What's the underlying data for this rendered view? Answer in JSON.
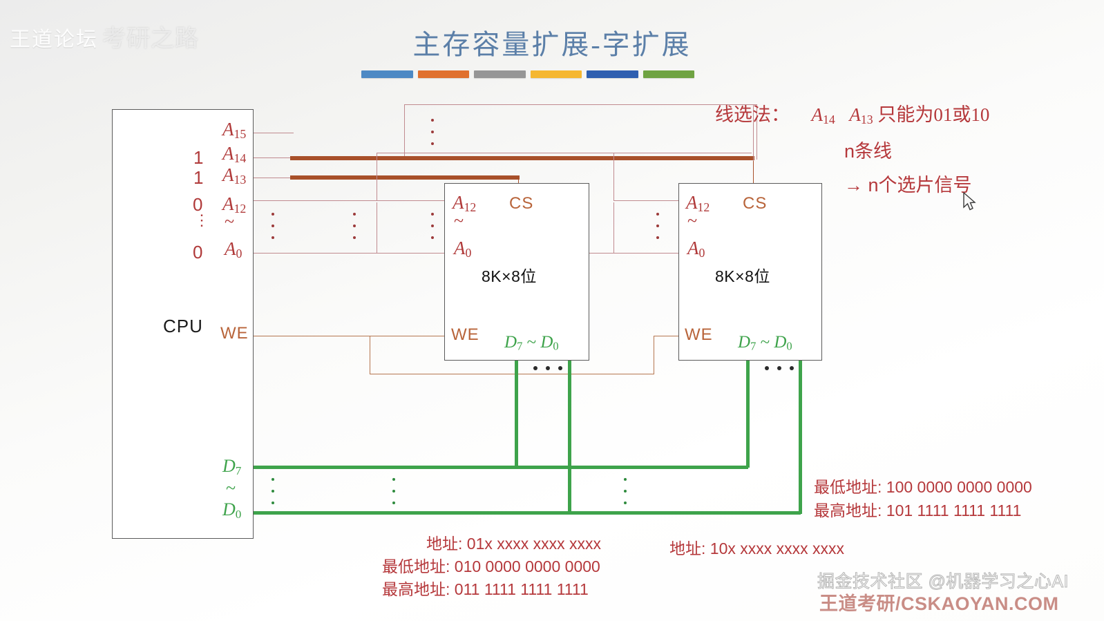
{
  "slide": {
    "title": "主存容量扩展-字扩展",
    "title_color": "#5b7fa8",
    "bar_colors": [
      "#4d89c4",
      "#e0702e",
      "#969696",
      "#f5b731",
      "#2f5fb0",
      "#6fa342"
    ]
  },
  "watermarks": {
    "top_left": "王道论坛",
    "top_left_faint": "考研之路",
    "bottom_gray": "掘金技术社区 @机器学习之心AI",
    "bottom_red": "王道考研/CSKAOYAN.COM"
  },
  "cpu": {
    "label": "CPU",
    "bit_values": {
      "a14": "1",
      "a13": "1",
      "a12": "0",
      "mid": "⋮",
      "a0": "0"
    },
    "address_pins": [
      {
        "name": "A",
        "sub": "15"
      },
      {
        "name": "A",
        "sub": "14"
      },
      {
        "name": "A",
        "sub": "13"
      },
      {
        "name": "A",
        "sub": "12"
      },
      {
        "name": "~",
        "sub": ""
      },
      {
        "name": "A",
        "sub": "0"
      }
    ],
    "we_pin": "WE",
    "data_pins": [
      {
        "name": "D",
        "sub": "7"
      },
      {
        "name": "~",
        "sub": ""
      },
      {
        "name": "D",
        "sub": "0"
      }
    ]
  },
  "chips": [
    {
      "addr_top": {
        "name": "A",
        "sub": "12"
      },
      "addr_tilde": "~",
      "addr_bottom": {
        "name": "A",
        "sub": "0"
      },
      "cs": "CS",
      "capacity": "8K×8位",
      "we": "WE",
      "data": {
        "hi": "D",
        "hi_sub": "7",
        "tilde": "~",
        "lo": "D",
        "lo_sub": "0"
      }
    },
    {
      "addr_top": {
        "name": "A",
        "sub": "12"
      },
      "addr_tilde": "~",
      "addr_bottom": {
        "name": "A",
        "sub": "0"
      },
      "cs": "CS",
      "capacity": "8K×8位",
      "we": "WE",
      "data": {
        "hi": "D",
        "hi_sub": "7",
        "tilde": "~",
        "lo": "D",
        "lo_sub": "0"
      }
    }
  ],
  "annotations": {
    "method_prefix": "线选法：",
    "method_a14": "A",
    "method_a14_sub": "14",
    "method_a13": "A",
    "method_a13_sub": "13",
    "method_rest": "只能为01或10",
    "n_lines": "n条线",
    "n_signals": "→ n个选片信号",
    "chip1_address": "地址: 01x xxxx xxxx xxxx",
    "chip1_low": "最低地址: 010 0000 0000 0000",
    "chip1_high": "最高地址: 011 1111 1111 1111",
    "chip2_address": "地址: 10x xxxx xxxx xxxx",
    "chip2_low": "最低地址: 100 0000 0000 0000",
    "chip2_high": "最高地址: 101 1111 1111 1111"
  },
  "colors": {
    "address_thin": "#c08a8f",
    "address_thick": "#a8502a",
    "control": "#b5764f",
    "data_bus": "#3ea34b",
    "label_red": "#b03a3a",
    "label_brown": "#b8643a",
    "note_red": "#b5383b"
  }
}
